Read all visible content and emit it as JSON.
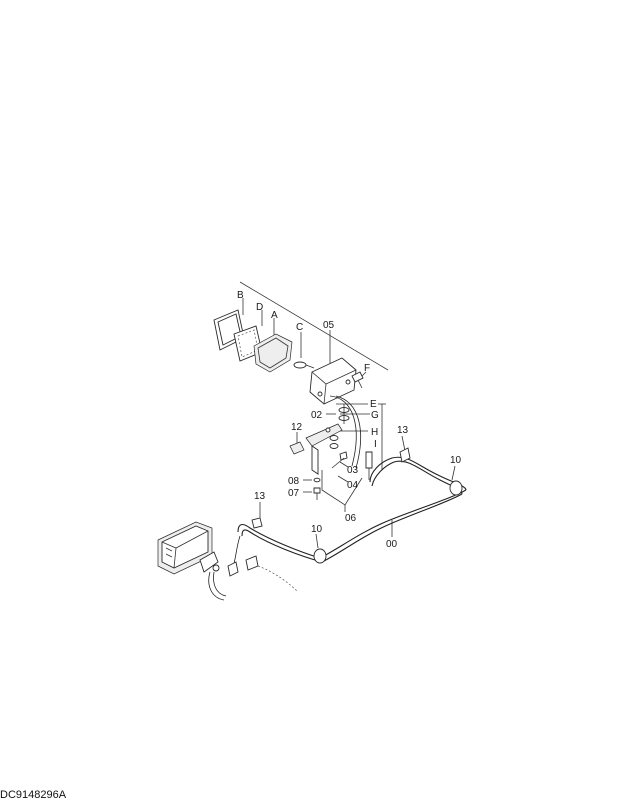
{
  "drawing_code": "DC9148296A",
  "labels": {
    "B": "B",
    "D": "D",
    "A": "A",
    "C": "C",
    "p05": "05",
    "F": "F",
    "E": "E",
    "p02": "02",
    "G": "G",
    "H": "H",
    "p12": "12",
    "I": "I",
    "p13a": "13",
    "p10a": "10",
    "p03": "03",
    "p08": "08",
    "p04": "04",
    "p07": "07",
    "p06": "06",
    "p13b": "13",
    "p10b": "10",
    "p00": "00"
  }
}
